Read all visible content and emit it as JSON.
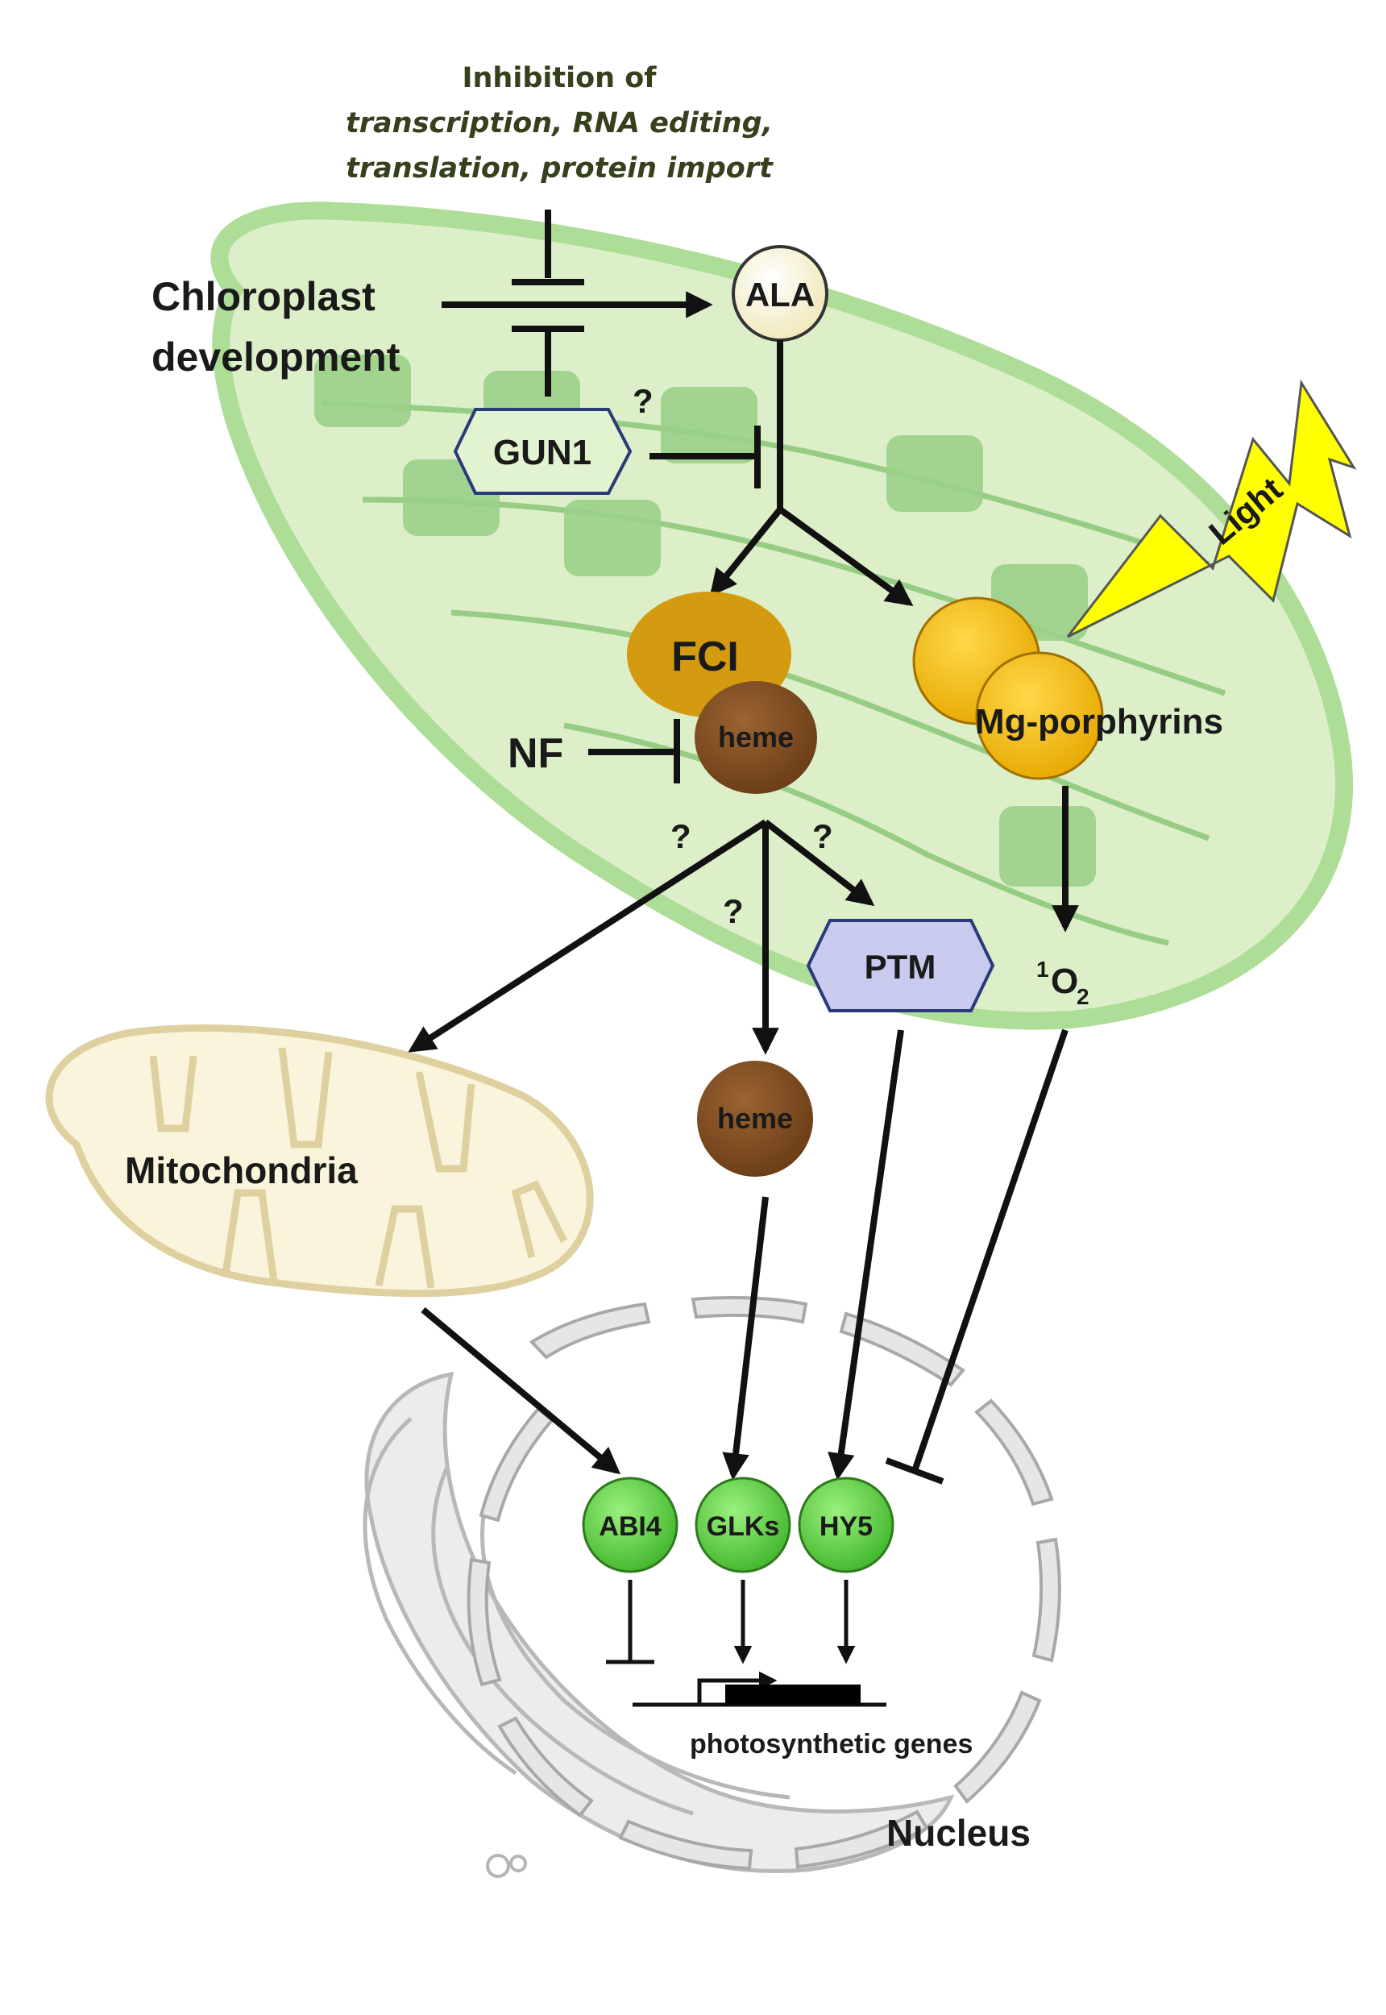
{
  "header": {
    "line1": "Inhibition of",
    "line2": "transcription, RNA editing,",
    "line3": "translation, protein import"
  },
  "labels": {
    "chloroplast_line1": "Chloroplast",
    "chloroplast_line2": "development",
    "ala": "ALA",
    "gun1": "GUN1",
    "fci": "FCI",
    "heme_chloroplast": "heme",
    "heme_cytosol": "heme",
    "nf": "NF",
    "mg_porphyrins": "Mg-porphyrins",
    "light": "Light",
    "ptm": "PTM",
    "singlet_oxygen_sup": "1",
    "singlet_oxygen_o": "O",
    "singlet_oxygen_sub": "2",
    "mitochondria": "Mitochondria",
    "abi4": "ABI4",
    "glks": "GLKs",
    "hy5": "HY5",
    "photosynthetic_genes": "photosynthetic genes",
    "nucleus": "Nucleus",
    "question_mark": "?"
  },
  "colors": {
    "chloroplast_fill": "#dcefc8",
    "chloroplast_border": "#a8d890",
    "thylakoid": "#8cc77a",
    "ala_fill": "#fbf6d8",
    "gun1_fill": "#e2f4cf",
    "fci_fill": "#d49a10",
    "heme_fill": "#7a4a1e",
    "mg_fill": "#f7c000",
    "light_fill": "#ffff00",
    "ptm_fill": "#c8cbee",
    "mitochondria_fill": "#fbf4dc",
    "tf_fill": "#55d13a",
    "nucleus_gray": "#cfcfcf"
  }
}
